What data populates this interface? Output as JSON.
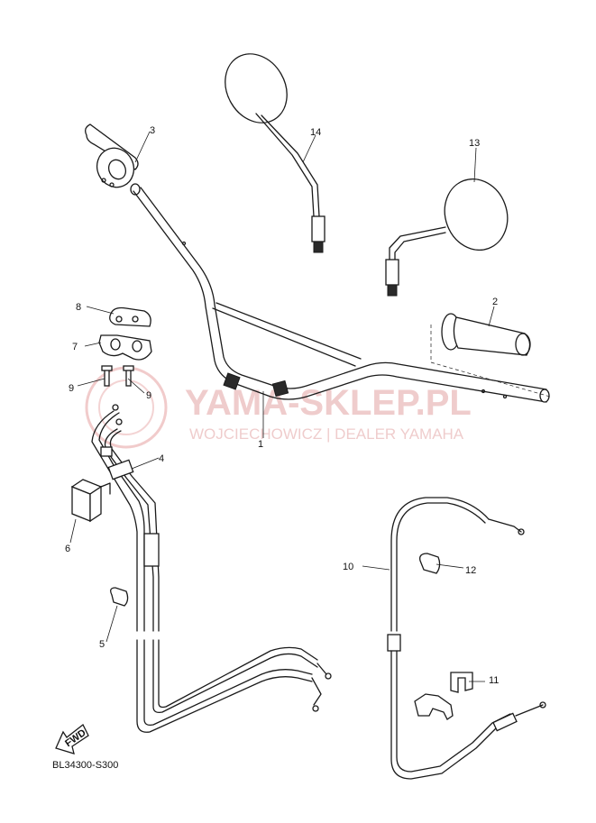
{
  "diagram_code": "BL34300-S300",
  "fwd_label": "FWD",
  "watermark": {
    "brand": "YAMA-SKLEP.PL",
    "tagline": "WOJCIECHOWICZ | DEALER YAMAHA"
  },
  "callouts": [
    {
      "id": "c1",
      "label": "1"
    },
    {
      "id": "c2",
      "label": "2"
    },
    {
      "id": "c3",
      "label": "3"
    },
    {
      "id": "c4",
      "label": "4"
    },
    {
      "id": "c5",
      "label": "5"
    },
    {
      "id": "c6",
      "label": "6"
    },
    {
      "id": "c7",
      "label": "7"
    },
    {
      "id": "c8",
      "label": "8"
    },
    {
      "id": "c9a",
      "label": "9"
    },
    {
      "id": "c9b",
      "label": "9"
    },
    {
      "id": "c10",
      "label": "10"
    },
    {
      "id": "c11",
      "label": "11"
    },
    {
      "id": "c12",
      "label": "12"
    },
    {
      "id": "c13",
      "label": "13"
    },
    {
      "id": "c14",
      "label": "14"
    }
  ]
}
